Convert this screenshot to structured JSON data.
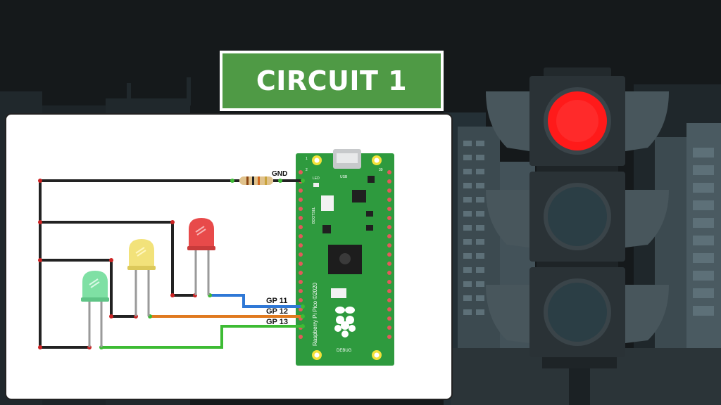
{
  "title": "CIRCUIT 1",
  "board": {
    "name_label": "Raspberry Pi Pico ©2020",
    "usb_label": "USB",
    "led_label": "LED",
    "bootsel_label": "BOOTSEL",
    "debug_label": "DEBUG",
    "pin1_label": "1",
    "pin2_label": "2",
    "pin39_label": "39"
  },
  "labels": {
    "gnd": "GND",
    "gp11": "GP 11",
    "gp12": "GP 12",
    "gp13": "GP 13"
  },
  "colors": {
    "accent_green": "#4f9a45",
    "red_led": "#e84a4a",
    "yellow_led": "#f2e27a",
    "green_led": "#7fe0a4",
    "wire_blue": "#2f78d6",
    "wire_orange": "#e07a1f",
    "wire_green": "#3dbb34",
    "board_green": "#2e9a3e",
    "traffic_red": "#ff1a1a"
  },
  "traffic_light": {
    "lit": "red"
  }
}
